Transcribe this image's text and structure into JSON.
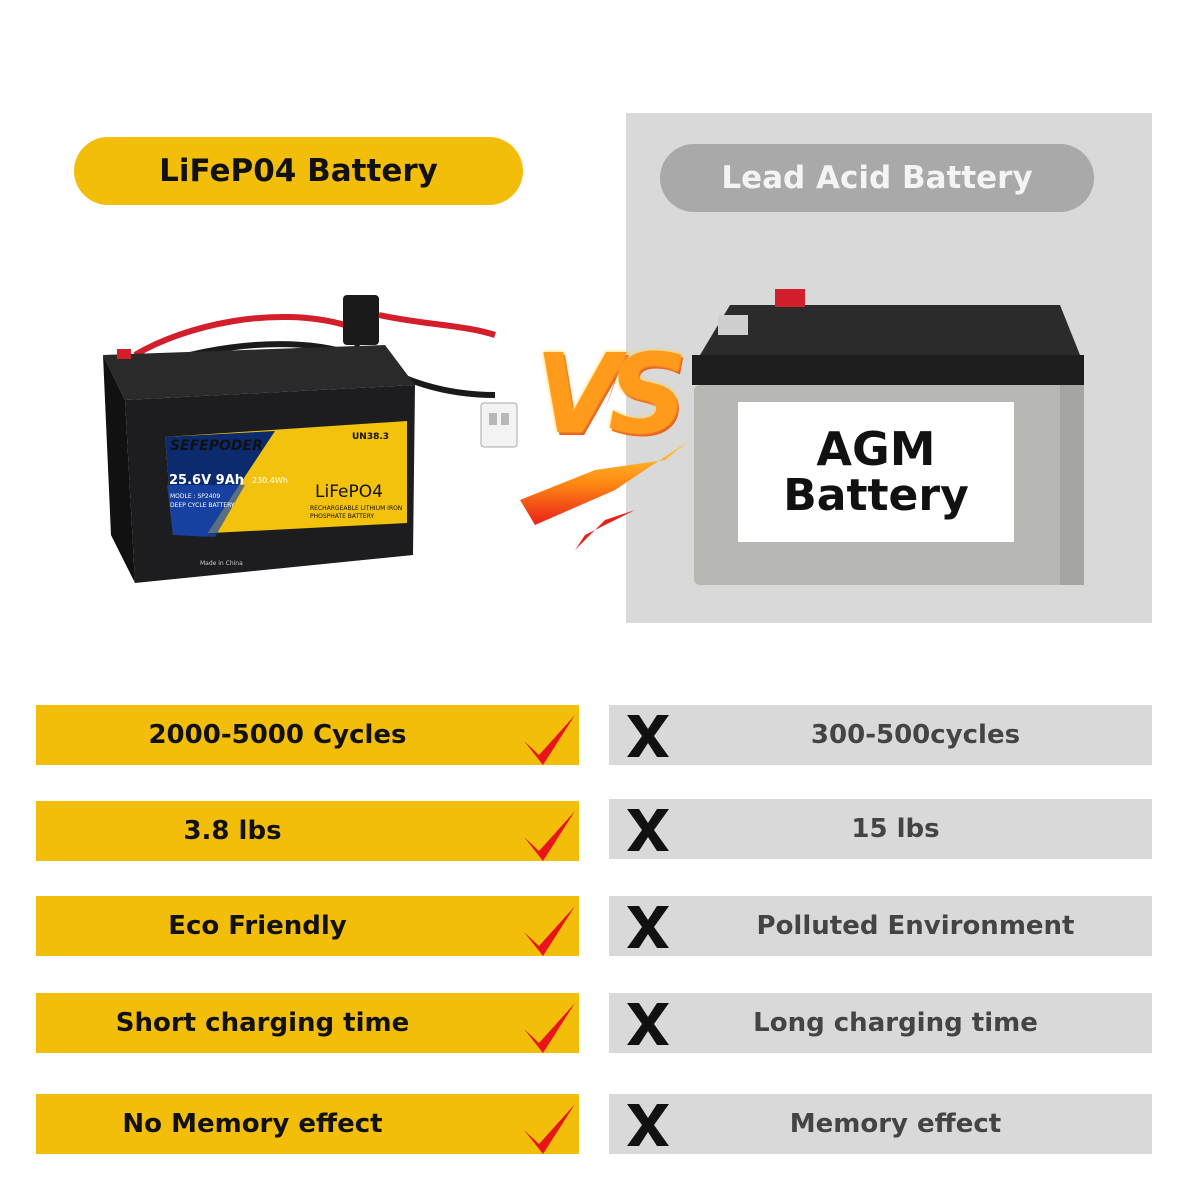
{
  "header": {
    "left_title": "LiFeP04 Battery",
    "right_title": "Lead Acid Battery"
  },
  "lifepo4_battery": {
    "brand": "SEFEPODER",
    "spec": "25.6V 9Ah",
    "energy": "230.4Wh",
    "chem": "LiFePO4",
    "model": "MODLE : SP2409",
    "type": "DEEP CYCLE BATTERY",
    "desc_line1": "RECHARGEABLE LITHIUM IRON",
    "desc_line2": "PHOSPHATE BATTERY",
    "cert": "UN38.3",
    "origin": "Made in China"
  },
  "agm_battery": {
    "label_line1": "AGM",
    "label_line2": "Battery"
  },
  "vs_text": "VS",
  "rows": [
    {
      "left": "2000-5000 Cycles",
      "right": "300-500cycles"
    },
    {
      "left": "3.8 lbs",
      "right": "15 lbs"
    },
    {
      "left": "Eco Friendly",
      "right": "Polluted Environment"
    },
    {
      "left": "Short charging time",
      "right": "Long charging time"
    },
    {
      "left": "No Memory effect",
      "right": "Memory effect"
    }
  ],
  "colors": {
    "yellow": "#f2be0a",
    "gray_row": "#d9d9d9",
    "gray_pill": "#a9a9a9",
    "check_red": "#e8141a"
  }
}
